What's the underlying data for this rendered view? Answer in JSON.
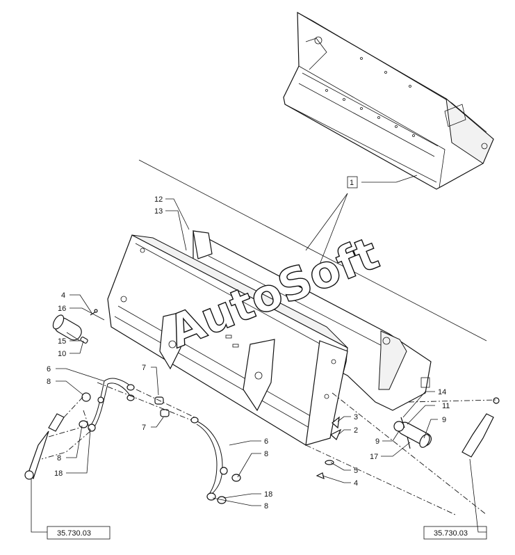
{
  "callouts": {
    "c1": "1",
    "c12": "12",
    "c13": "13",
    "c4a": "4",
    "c16": "16",
    "c15": "15",
    "c10": "10",
    "c6a": "6",
    "c8a": "8",
    "c7a": "7",
    "c7b": "7",
    "c8b": "8",
    "c18a": "18",
    "c6b": "6",
    "c8c": "8",
    "c18b": "18",
    "c8d": "8",
    "c3": "3",
    "c2": "2",
    "c5": "5",
    "c4b": "4",
    "c14": "14",
    "c11": "11",
    "c9a": "9",
    "c9b": "9",
    "c17": "17"
  },
  "references": {
    "left": "35.730.03",
    "right": "35.730.03"
  },
  "watermark": "AutoSoft"
}
